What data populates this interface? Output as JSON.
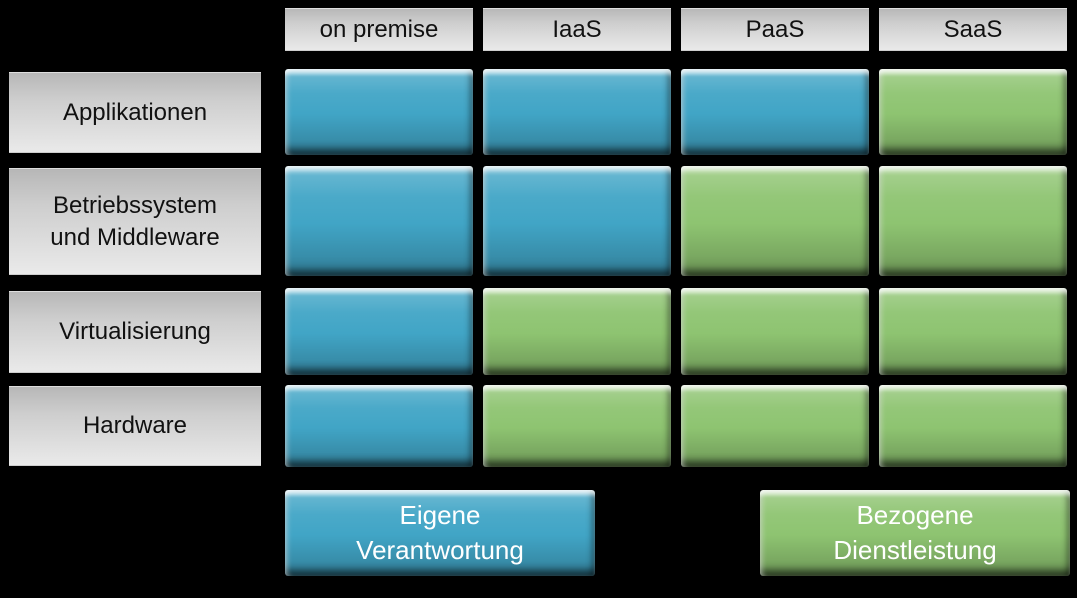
{
  "diagram": {
    "columns": [
      "on premise",
      "IaaS",
      "PaaS",
      "SaaS"
    ],
    "rows": [
      {
        "label": "Applikationen",
        "cells": [
          "eigene",
          "eigene",
          "eigene",
          "bezogene"
        ]
      },
      {
        "label": "Betriebssystem\nund Middleware",
        "cells": [
          "eigene",
          "eigene",
          "bezogene",
          "bezogene"
        ]
      },
      {
        "label": "Virtualisierung",
        "cells": [
          "eigene",
          "bezogene",
          "bezogene",
          "bezogene"
        ]
      },
      {
        "label": "Hardware",
        "cells": [
          "eigene",
          "bezogene",
          "bezogene",
          "bezogene"
        ]
      }
    ],
    "legend": {
      "eigene": {
        "label": "Eigene\nVerantwortung",
        "color": "#41a5c6"
      },
      "bezogene": {
        "label": "Bezogene\nDienstleistung",
        "color": "#8ec471"
      }
    },
    "colors": {
      "background": "#000000",
      "label_box": "#d9d9d9",
      "text_dark": "#111111",
      "text_light": "#ffffff"
    }
  }
}
